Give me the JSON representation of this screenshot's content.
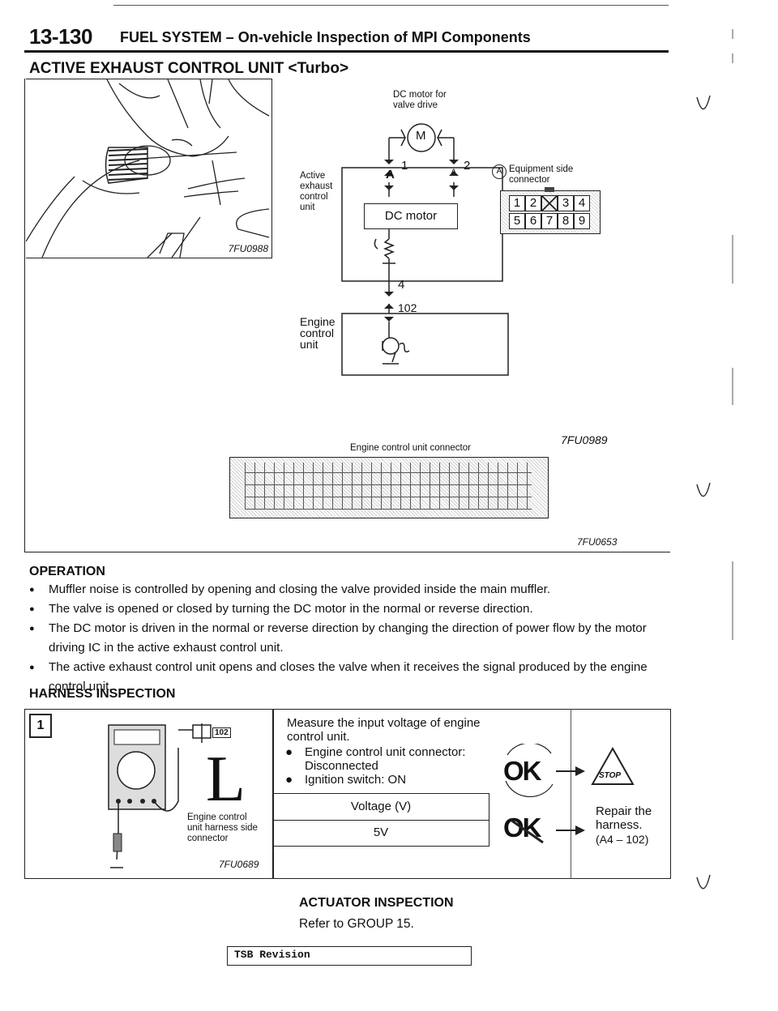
{
  "header": {
    "page_number": "13-130",
    "title": "FUEL SYSTEM – On-vehicle Inspection of MPI Components"
  },
  "section": {
    "title": "ACTIVE EXHAUST CONTROL UNIT <Turbo>"
  },
  "figure1": {
    "photo_code": "7FU0988",
    "motor_label": "DC motor for valve drive",
    "motor_symbol": "M",
    "pin1": "1",
    "pin2": "2",
    "pin4": "4",
    "pin102": "102",
    "conn_mark_left": "A",
    "conn_mark_right": "A",
    "active_unit_label": "Active exhaust control unit",
    "dc_motor_box": "DC motor",
    "engine_unit_label": "Engine control unit",
    "equipment_connector_label": "Equipment side connector",
    "equipment_connector_mark": "A",
    "equipment_pins_top": [
      "1",
      "2",
      "",
      "3",
      "4"
    ],
    "equipment_pins_bottom": [
      "5",
      "6",
      "7",
      "8",
      "9"
    ],
    "figure_code": "7FU0989",
    "ecu_connector_label": "Engine control unit connector",
    "ecu_connector_code": "7FU0653"
  },
  "operation": {
    "title": "OPERATION",
    "bullets": [
      "Muffler noise is controlled by opening and closing the valve provided inside the main muffler.",
      "The valve is opened or closed by turning the DC motor in the normal or reverse direction.",
      "The DC motor is driven in the normal or reverse direction by changing the direction of power flow by the motor driving IC in the active exhaust control unit.",
      "The active exhaust control unit opens and closes the valve when it receives the signal produced by the engine control unit."
    ]
  },
  "harness": {
    "title": "HARNESS INSPECTION",
    "step_number": "1",
    "connector_tag": "102",
    "big_letter": "L",
    "connector_caption": "Engine control unit harness side connector",
    "figure_code": "7FU0689",
    "instruction": "Measure the input voltage of engine control unit.",
    "conditions": [
      "Engine control unit connector: Disconnected",
      "Ignition switch: ON"
    ],
    "table_header": "Voltage (V)",
    "table_value": "5V",
    "ok_label": "OK",
    "ng_label": "OK",
    "stop_label": "STOP",
    "repair_line1": "Repair the",
    "repair_line2": "harness.",
    "repair_ref": "(A4 – 102)"
  },
  "actuator": {
    "title": "ACTUATOR INSPECTION",
    "text": "Refer to GROUP 15."
  },
  "footer": {
    "tsb_label": "TSB Revision"
  }
}
